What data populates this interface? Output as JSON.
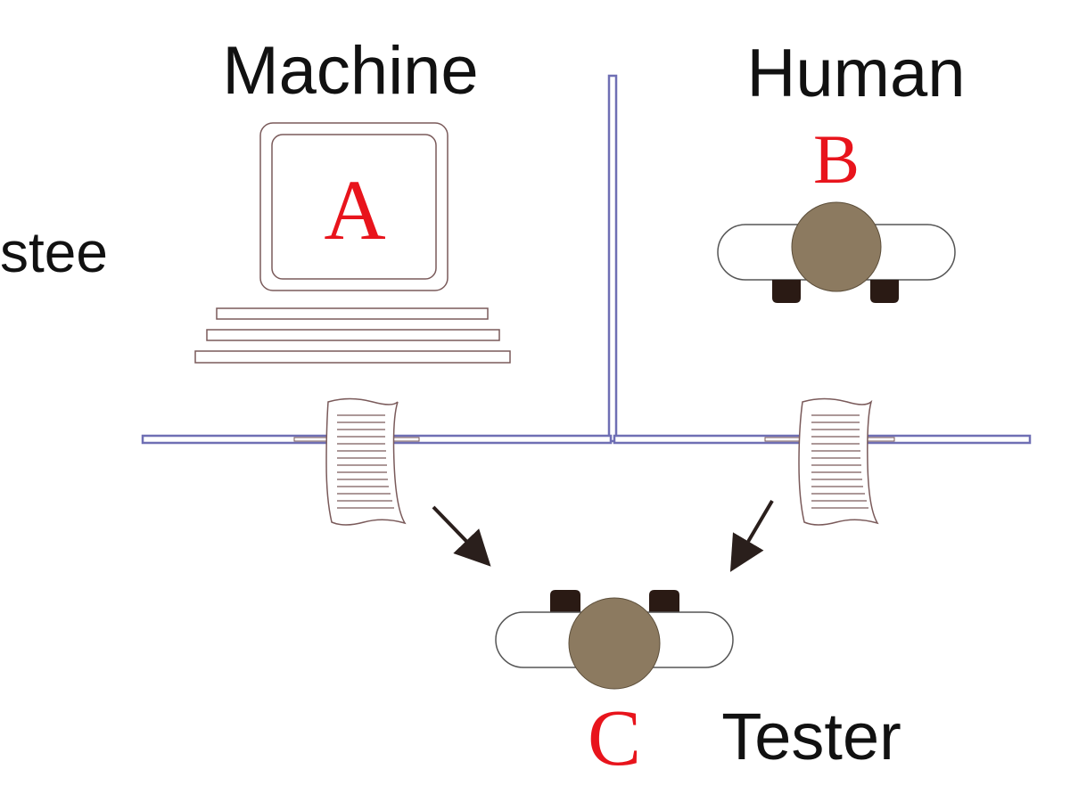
{
  "labels": {
    "machine": "Machine",
    "human": "Human",
    "testee_partial": "stee",
    "tester": "Tester"
  },
  "roles": {
    "machine": "A",
    "human": "B",
    "tester": "C"
  },
  "colors": {
    "role_letter": "#e8141c",
    "text": "#111111",
    "wall": "#6f6fb4",
    "head": "#8c7a60",
    "hands": "#2a1a14",
    "arrow": "#2a1f1c",
    "outline": "#7a5a5a"
  },
  "icons": {
    "machine": "computer-terminal-icon",
    "human": "person-top-view-icon",
    "tester": "person-top-view-icon",
    "messages": "paper-document-icon",
    "arrows": "arrow-icon"
  }
}
